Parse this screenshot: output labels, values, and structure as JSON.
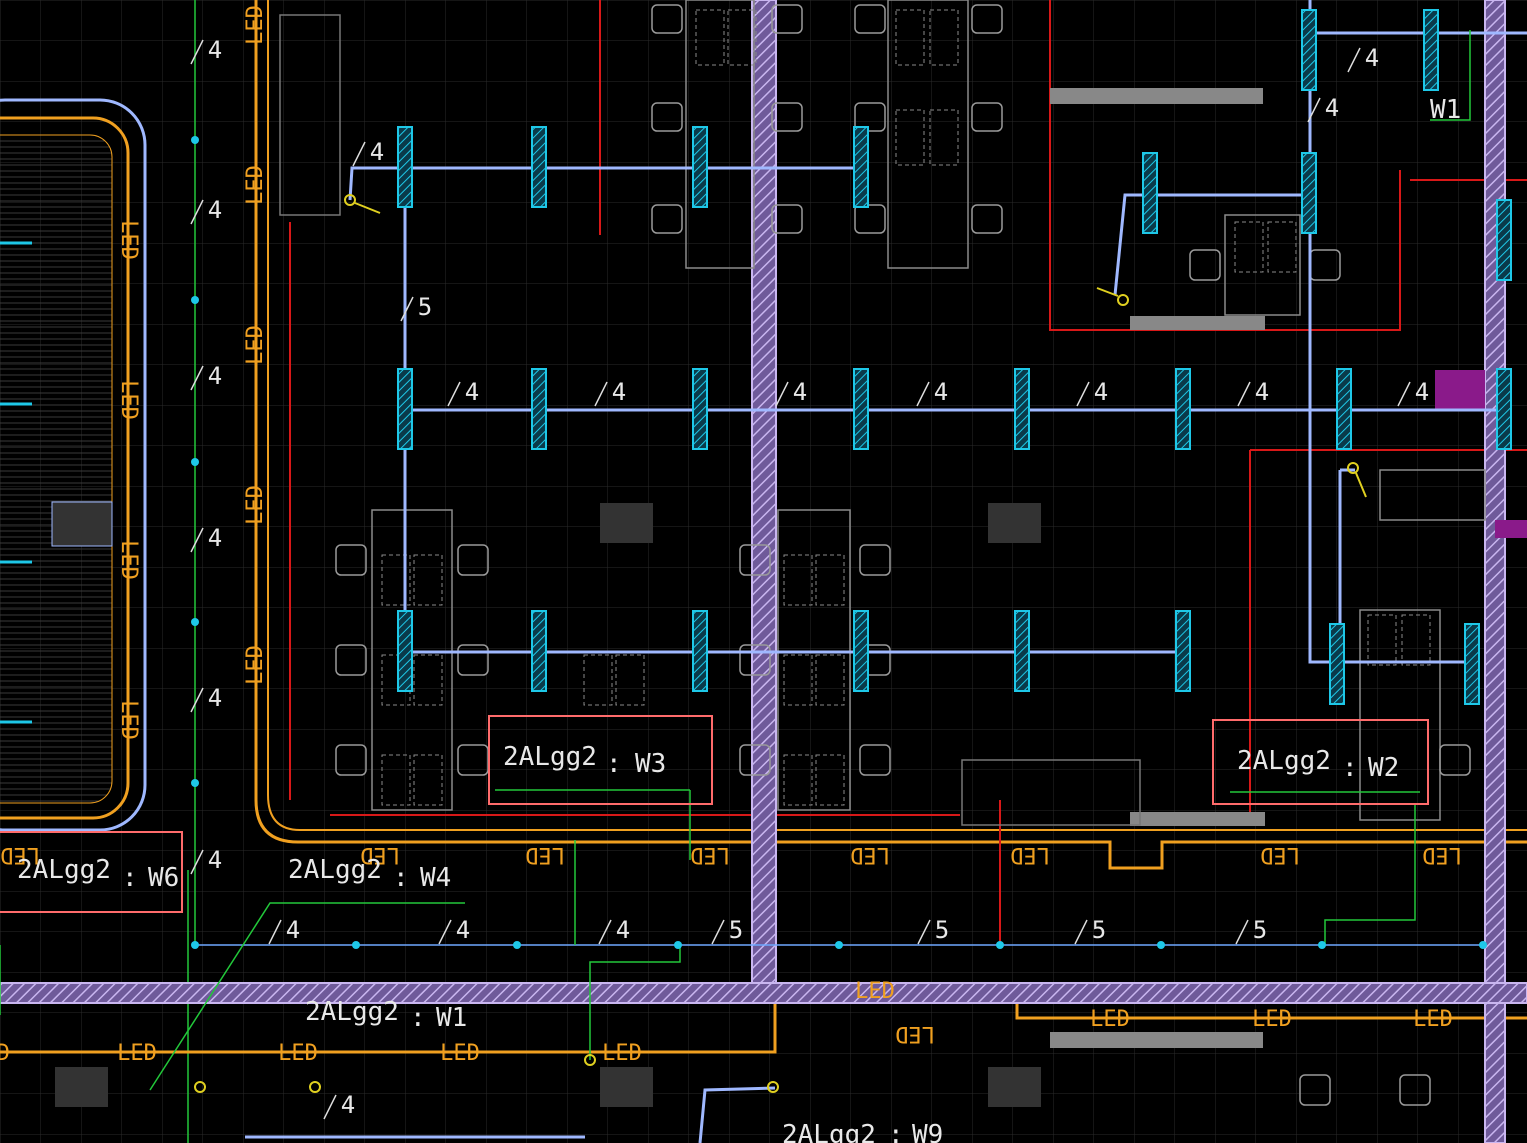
{
  "circuit_labels": [
    {
      "panel": "2ALgg2",
      "sep": ":",
      "circuit": "W3"
    },
    {
      "panel": "2ALgg2",
      "sep": ":",
      "circuit": "W2"
    },
    {
      "panel": "2ALgg2",
      "sep": ":",
      "circuit": "W6"
    },
    {
      "panel": "2ALgg2",
      "sep": ":",
      "circuit": "W4"
    },
    {
      "panel": "2ALgg2",
      "sep": ":",
      "circuit": "W1"
    },
    {
      "panel": "2ALgg2",
      "sep": ":",
      "circuit": "W9"
    }
  ],
  "corner_label": "W1",
  "led_text": "LED",
  "wire_counts": {
    "four": "4",
    "five": "5"
  },
  "colors": {
    "background": "#000000",
    "conduit": "#9fb8ff",
    "fixture": "#1ec8e8",
    "led_strip": "#f0a020",
    "wall": "#b59be0",
    "highlight_box": "#ff6b6b",
    "green_line": "#22c83a",
    "red_line": "#d81818"
  }
}
